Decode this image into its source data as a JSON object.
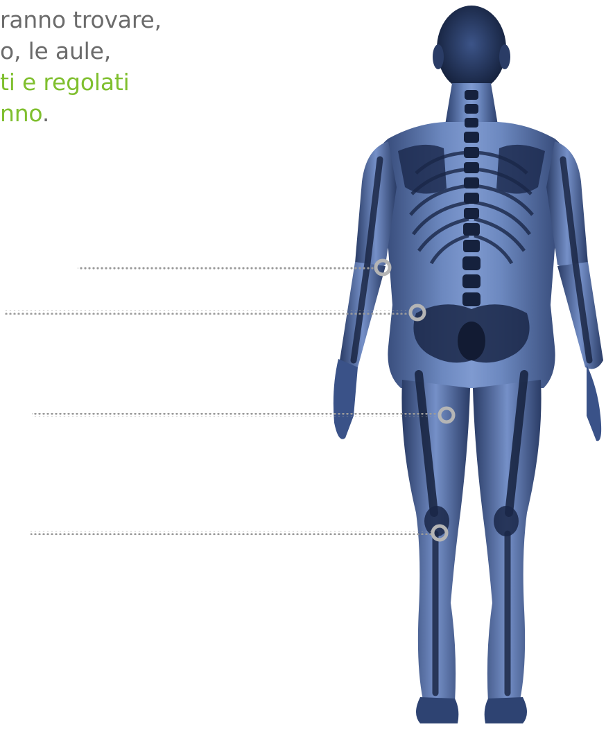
{
  "text": {
    "line1": "ranno trovare,",
    "line2": "o, le aule,",
    "line3_green": "ti e regolati",
    "line4_green": "nno",
    "line4_dot": "."
  },
  "colors": {
    "body_text": "#6b6b6b",
    "highlight_text": "#7fbf2e",
    "body_blue": "#4d6aa3",
    "bone_dark": "#1b2a4a",
    "leader_line": "#9a9a9a"
  },
  "callouts": [
    {
      "id": "elbow-left"
    },
    {
      "id": "hip-left"
    },
    {
      "id": "thigh-back"
    },
    {
      "id": "knee-back"
    }
  ]
}
